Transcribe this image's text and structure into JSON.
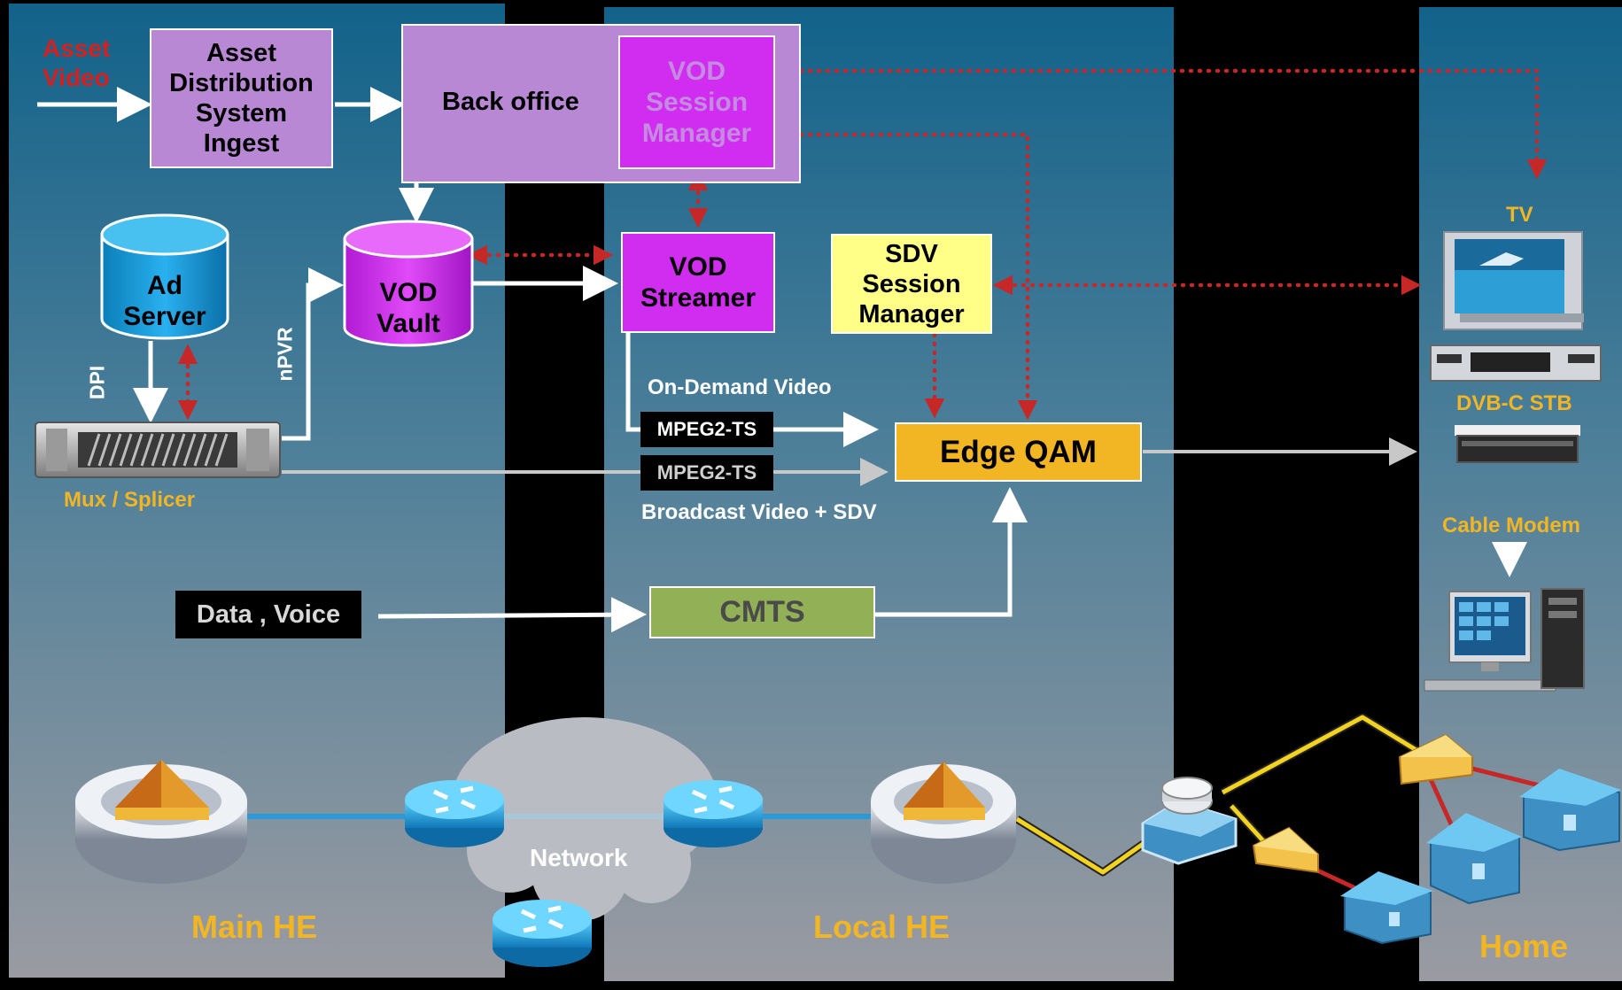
{
  "regions": {
    "main_he": "Main HE",
    "local_he": "Local HE",
    "home": "Home",
    "network": "Network"
  },
  "inputs": {
    "asset_video": "Asset\nVideo",
    "data_voice": "Data , Voice"
  },
  "boxes": {
    "ads_ingest": "Asset\nDistribution\nSystem\nIngest",
    "back_office": "Back office",
    "vod_session_manager": "VOD\nSession\nManager",
    "vod_streamer": "VOD\nStreamer",
    "sdv_session_manager": "SDV\nSession\nManager",
    "edge_qam": "Edge QAM",
    "cmts": "CMTS",
    "ad_server": "Ad\nServer",
    "vod_vault": "VOD\nVault"
  },
  "labels": {
    "dpi": "DPI",
    "npvr": "nPVR",
    "mux_splicer": "Mux / Splicer",
    "on_demand_video": "On-Demand Video",
    "mpeg2_ts_1": "MPEG2-TS",
    "mpeg2_ts_2": "MPEG2-TS",
    "broadcast_video": "Broadcast Video + SDV",
    "tv": "TV",
    "dvb_c_stb": "DVB-C STB",
    "cable_modem": "Cable Modem"
  },
  "colors": {
    "panel_top": "#15658a",
    "panel_bottom": "#8d9199",
    "purple_box": "#b988d4",
    "magenta_box": "#d12df0",
    "sdv_yellow": "#ffff88",
    "edge_qam_gold": "#f2b523",
    "cmts_green": "#92b056",
    "label_orange": "#f2b523",
    "asset_red": "#d42020",
    "signal_red": "#c62828"
  }
}
